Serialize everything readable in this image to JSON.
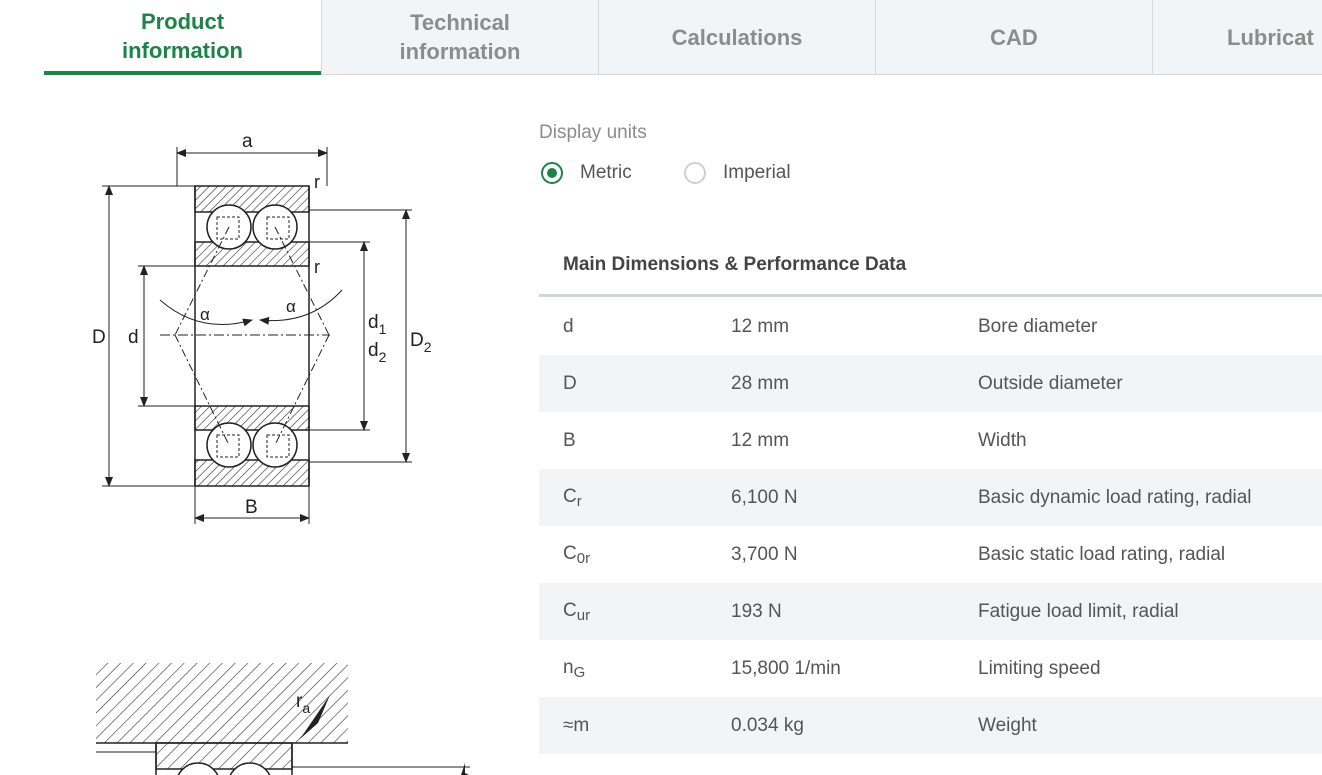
{
  "tabs": [
    {
      "line1": "Product",
      "line2": "information"
    },
    {
      "line1": "Technical",
      "line2": "information"
    },
    {
      "line1": "Calculations",
      "line2": ""
    },
    {
      "line1": "CAD",
      "line2": ""
    },
    {
      "line1": "Lubricat",
      "line2": ""
    }
  ],
  "drawing": {
    "labels": {
      "a": "a",
      "r": "r",
      "D": "D",
      "d": "d",
      "d1": "d",
      "d1_sub": "1",
      "d2": "d",
      "d2_sub": "2",
      "D2": "D",
      "D2_sub": "2",
      "alpha": "α",
      "B": "B",
      "ra": "r",
      "ra_sub": "a"
    }
  },
  "units": {
    "title": "Display units",
    "metric": "Metric",
    "imperial": "Imperial",
    "selected": "Metric"
  },
  "table": {
    "title": "Main Dimensions & Performance Data",
    "rows": [
      {
        "sym": "d",
        "sub": "",
        "value": "12 mm",
        "desc": "Bore diameter"
      },
      {
        "sym": "D",
        "sub": "",
        "value": "28 mm",
        "desc": "Outside diameter"
      },
      {
        "sym": "B",
        "sub": "",
        "value": "12 mm",
        "desc": "Width"
      },
      {
        "sym": "C",
        "sub": "r",
        "value": "6,100 N",
        "desc": "Basic dynamic load rating, radial"
      },
      {
        "sym": "C",
        "sub": "0r",
        "value": "3,700 N",
        "desc": "Basic static load rating, radial"
      },
      {
        "sym": "C",
        "sub": "ur",
        "value": "193 N",
        "desc": "Fatigue load limit, radial"
      },
      {
        "sym": "n",
        "sub": "G",
        "value": "15,800 1/min",
        "desc": "Limiting speed"
      },
      {
        "sym": "≈m",
        "sub": "",
        "value": "0.034 kg",
        "desc": "Weight"
      }
    ]
  },
  "colors": {
    "accent": "#1d8447",
    "tab_bg": "#f3f4f5",
    "row_alt": "#f3f4f5"
  }
}
